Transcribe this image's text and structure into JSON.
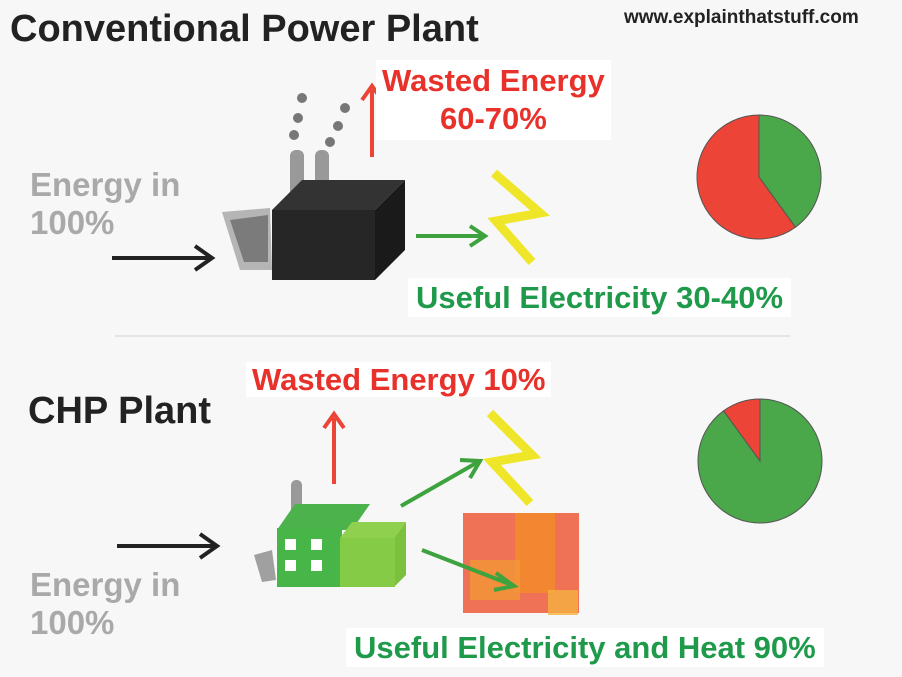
{
  "site_url": "www.explainthatstuff.com",
  "conventional": {
    "title": "Conventional Power Plant",
    "energy_in": "Energy in",
    "energy_in_pct": "100%",
    "wasted_label": "Wasted Energy",
    "wasted_pct": "60-70%",
    "useful_label": "Useful Electricity 30-40%",
    "pie": {
      "wasted_fraction": 0.6,
      "useful_fraction": 0.4
    }
  },
  "chp": {
    "title": "CHP Plant",
    "energy_in": "Energy in",
    "energy_in_pct": "100%",
    "wasted_label": "Wasted Energy 10%",
    "useful_label": "Useful Electricity and Heat 90%",
    "pie": {
      "wasted_fraction": 0.1,
      "useful_fraction": 0.9
    }
  },
  "colors": {
    "wasted": "#ec4436",
    "useful": "#4aa84a",
    "electricity": "#f0e629",
    "arrow_green": "#3ea33e"
  }
}
